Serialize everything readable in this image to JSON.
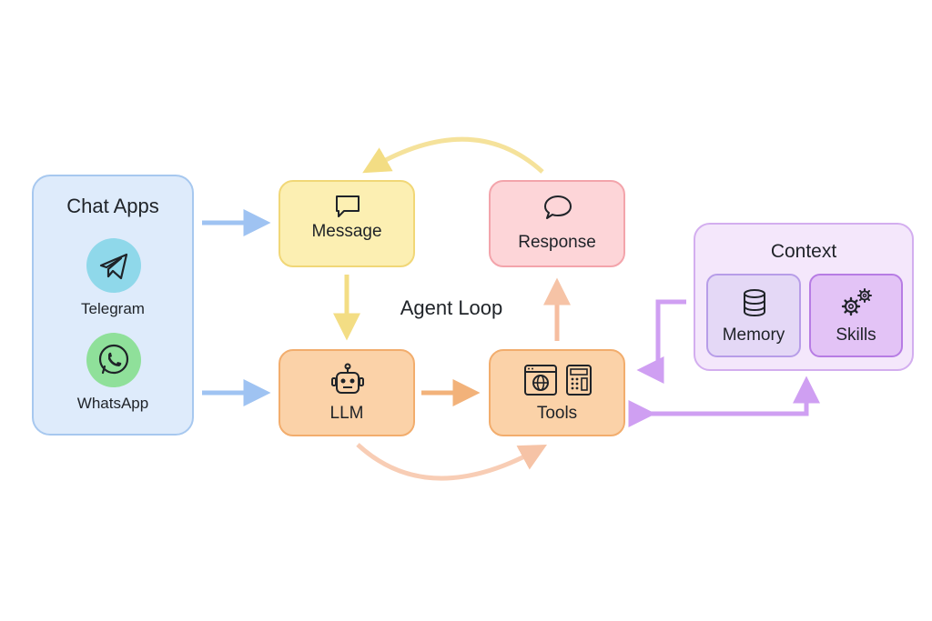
{
  "chat_apps": {
    "title": "Chat Apps",
    "apps": [
      {
        "label": "Telegram",
        "icon": "telegram-icon",
        "color": "#8fd8ea"
      },
      {
        "label": "WhatsApp",
        "icon": "whatsapp-icon",
        "color": "#8fe09a"
      }
    ]
  },
  "loop": {
    "title": "Agent Loop",
    "message": {
      "label": "Message",
      "icon": "chat-bubble-icon"
    },
    "response": {
      "label": "Response",
      "icon": "speech-bubble-icon"
    },
    "llm": {
      "label": "LLM",
      "icon": "robot-icon"
    },
    "tools": {
      "label": "Tools",
      "icons": [
        "browser-globe-icon",
        "calculator-icon"
      ]
    }
  },
  "context": {
    "title": "Context",
    "memory": {
      "label": "Memory",
      "icon": "database-icon"
    },
    "skills": {
      "label": "Skills",
      "icon": "gears-icon"
    }
  },
  "colors": {
    "blue_arrow": "#9fc3f2",
    "yellow_arrow": "#f3dd84",
    "orange_arrow": "#f2b27a",
    "salmon_arrow": "#f6c3a6",
    "purple_arrow": "#cf9ff2"
  }
}
